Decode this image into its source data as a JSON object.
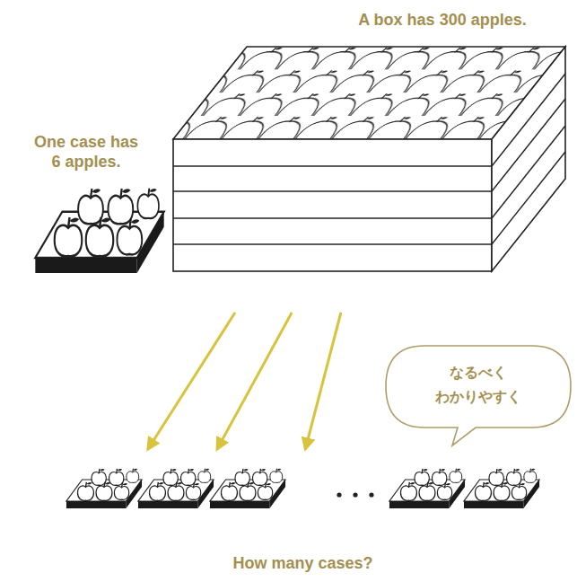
{
  "diagram": {
    "nodes": [
      {
        "text": [
          "A box has 300 apples."
        ]
      },
      {
        "text": [
          "One case has 6 apples."
        ]
      },
      {
        "text": [
          "How many cases?"
        ]
      },
      {
        "text": [
          "なるべく わかりやすく"
        ]
      }
    ],
    "edges": [
      {
        "from": 0,
        "to": 2,
        "arrow": "to"
      },
      {
        "from": 0,
        "to": 2,
        "arrow": "to"
      },
      {
        "from": 0,
        "to": 2,
        "arrow": "to"
      }
    ]
  }
}
